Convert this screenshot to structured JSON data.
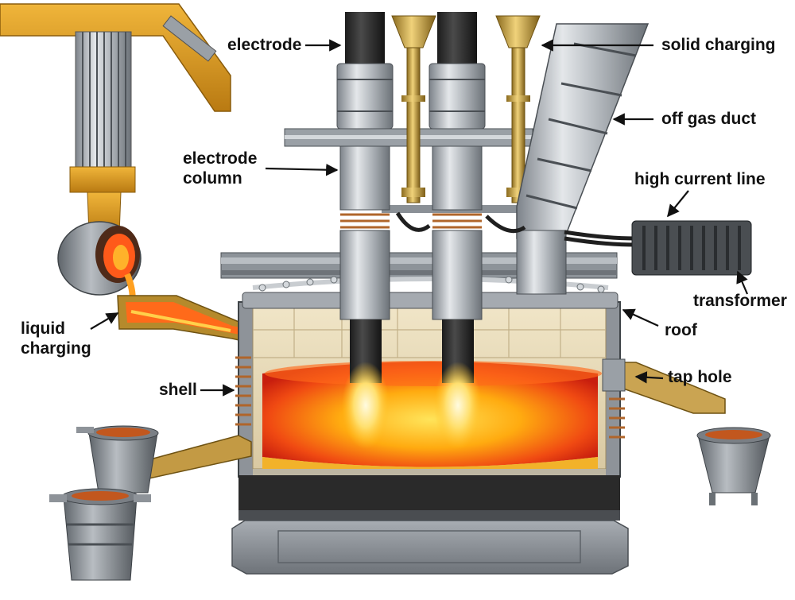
{
  "labels": {
    "electrode": "electrode",
    "solid_charging": "solid charging",
    "off_gas_duct": "off gas duct",
    "electrode_column_line1": "electrode",
    "electrode_column_line2": "column",
    "high_current_line": "high current line",
    "transformer": "transformer",
    "liquid_charging_line1": "liquid",
    "liquid_charging_line2": "charging",
    "roof": "roof",
    "shell": "shell",
    "tap_hole": "tap hole"
  },
  "colors": {
    "steel": "#b9bdc2",
    "steel_dark": "#6f757c",
    "orange_frame": "#e2a020",
    "brass": "#c9a23a",
    "molten_hot": "#fff2a0",
    "molten_mid": "#ffb000",
    "molten_edge": "#e02a10",
    "refractory": "#e8dcc0",
    "label_text": "#111111"
  }
}
